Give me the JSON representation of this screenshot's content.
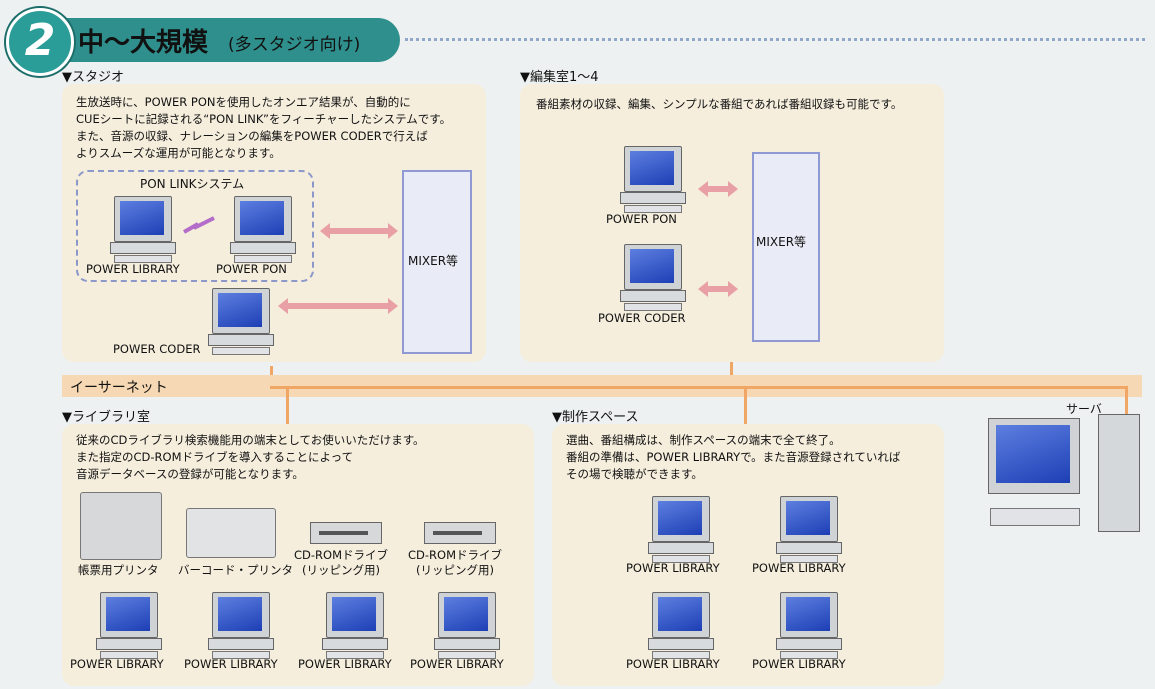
{
  "header": {
    "number": "2",
    "title": "中〜大規模",
    "subtitle": "(多スタジオ向け)"
  },
  "studio": {
    "label": "▼スタジオ",
    "text": [
      "生放送時に、POWER PONを使用したオンエア結果が、自動的に",
      "CUEシートに記録される“PON LINK”をフィーチャーしたシステムです。",
      "また、音源の収録、ナレーションの編集をPOWER CODERで行えば",
      "よりスムーズな運用が可能となります。"
    ],
    "group_label": "PON LINKシステム",
    "pc1": "POWER LIBRARY",
    "pc2": "POWER PON",
    "pc3": "POWER CODER",
    "mixer": "MIXER等"
  },
  "editing": {
    "label": "▼編集室1〜4",
    "text": "番組素材の収録、編集、シンプルな番組であれば番組収録も可能です。",
    "pc1": "POWER PON",
    "pc2": "POWER CODER",
    "mixer": "MIXER等"
  },
  "ethernet": "イーサーネット",
  "server": "サーバ",
  "library": {
    "label": "▼ライブラリ室",
    "text": [
      "従来のCDライブラリ検索機能用の端末としてお使いいただけます。",
      "また指定のCD-ROMドライブを導入することによって",
      "音源データベースの登録が可能となります。"
    ],
    "devices": [
      "帳票用プリンタ",
      "バーコード・プリンタ",
      "CD-ROMドライブ\n(リッピング用)",
      "CD-ROMドライブ\n(リッピング用)"
    ],
    "pcs": [
      "POWER LIBRARY",
      "POWER LIBRARY",
      "POWER LIBRARY",
      "POWER LIBRARY"
    ]
  },
  "production": {
    "label": "▼制作スペース",
    "text": [
      "選曲、番組構成は、制作スペースの端末で全て終了。",
      "番組の準備は、POWER LIBRARYで。また音源登録されていれば",
      "その場で検聴ができます。"
    ],
    "pcs": [
      "POWER LIBRARY",
      "POWER LIBRARY",
      "POWER LIBRARY",
      "POWER LIBRARY"
    ]
  }
}
